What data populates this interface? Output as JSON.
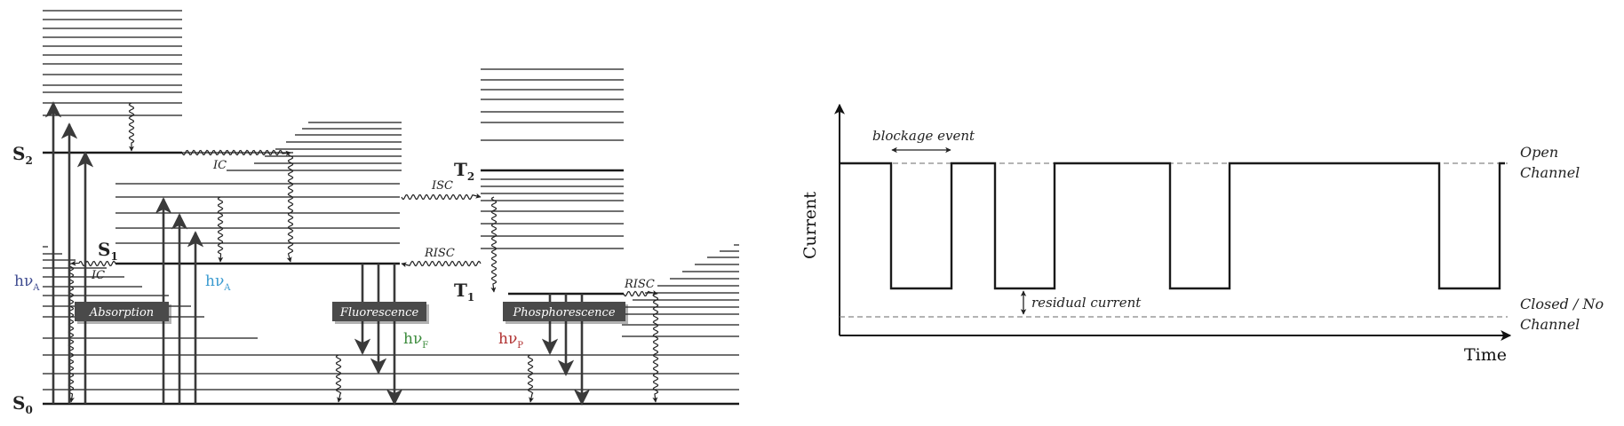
{
  "jablonski": {
    "states": {
      "s0": {
        "letter": "S",
        "sub": "0"
      },
      "s1": {
        "letter": "S",
        "sub": "1"
      },
      "s2": {
        "letter": "S",
        "sub": "2"
      },
      "t1": {
        "letter": "T",
        "sub": "1"
      },
      "t2": {
        "letter": "T",
        "sub": "2"
      }
    },
    "processes": {
      "ic_upper": "IC",
      "ic_lower": "IC",
      "isc": "ISC",
      "risc_upper": "RISC",
      "risc_lower": "RISC"
    },
    "boxes": {
      "absorption": "Absorption",
      "fluorescence": "Fluorescence",
      "phosphorescence": "Phosphorescence"
    },
    "photons": {
      "hv_a_left": {
        "base": "hν",
        "sub": "A",
        "color": "#3d4a8f"
      },
      "hv_a_mid": {
        "base": "hν",
        "sub": "A",
        "color": "#3a9ad0"
      },
      "hv_f": {
        "base": "hν",
        "sub": "F",
        "color": "#3a8a3a"
      },
      "hv_p": {
        "base": "hν",
        "sub": "P",
        "color": "#b03030"
      }
    }
  },
  "current_trace": {
    "ylabel": "Current",
    "xlabel": "Time",
    "blockage_label": "blockage event",
    "residual_label": "residual current",
    "open_label": [
      "Open",
      "Channel"
    ],
    "closed_label": [
      "Closed / No",
      "Channel"
    ]
  }
}
